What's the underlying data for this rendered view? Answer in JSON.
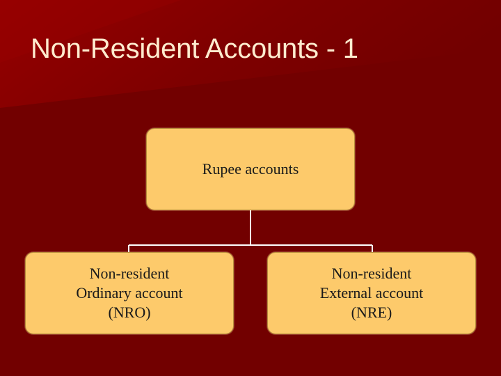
{
  "slide": {
    "title": "Non-Resident Accounts - 1",
    "background_color": "#720000",
    "accent_color": "#8a0000",
    "node_fill": "#fdca6b"
  },
  "diagram": {
    "root": {
      "label": "Rupee accounts"
    },
    "children": [
      {
        "lines": [
          "Non-resident",
          "Ordinary account",
          "(NRO)"
        ]
      },
      {
        "lines": [
          "Non-resident",
          "External account",
          "(NRE)"
        ]
      }
    ]
  }
}
